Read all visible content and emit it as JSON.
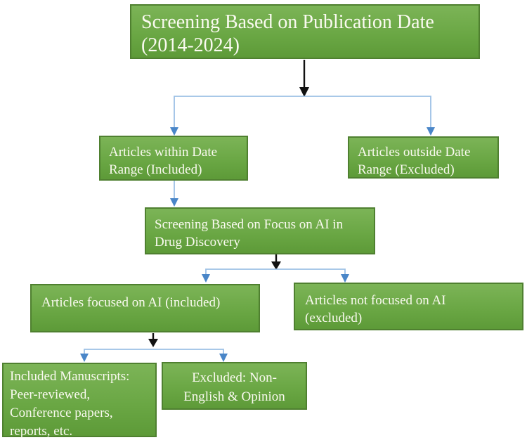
{
  "figure": {
    "type": "flowchart",
    "background": "#ffffff"
  },
  "colors": {
    "node_fill_top": "#7cb457",
    "node_fill_mid": "#69a643",
    "node_fill_bottom": "#5d9a38",
    "node_border": "#4f8030",
    "node_text": "#fafaf0",
    "connector_blue_line": "#9cc0e5",
    "connector_blue_arrow": "#4a86c8",
    "connector_black": "#111111"
  },
  "nodes": {
    "screening_date": {
      "label": "Screening Based on Publication Date\n(2014-2024)"
    },
    "date_included": {
      "label": "Articles within Date\nRange (Included)"
    },
    "date_excluded": {
      "label": "Articles outside Date\nRange (Excluded)"
    },
    "screening_focus": {
      "label": "Screening Based on Focus on AI in\nDrug Discovery"
    },
    "focus_included": {
      "label": "Articles focused on AI (included)"
    },
    "focus_excluded": {
      "label": "Articles not focused on AI\n(excluded)"
    },
    "manuscripts_included": {
      "label": "Included Manuscripts:\nPeer-reviewed,\nConference papers,\nreports, etc."
    },
    "language_excluded": {
      "label": "Excluded: Non-\nEnglish & Opinion"
    }
  }
}
